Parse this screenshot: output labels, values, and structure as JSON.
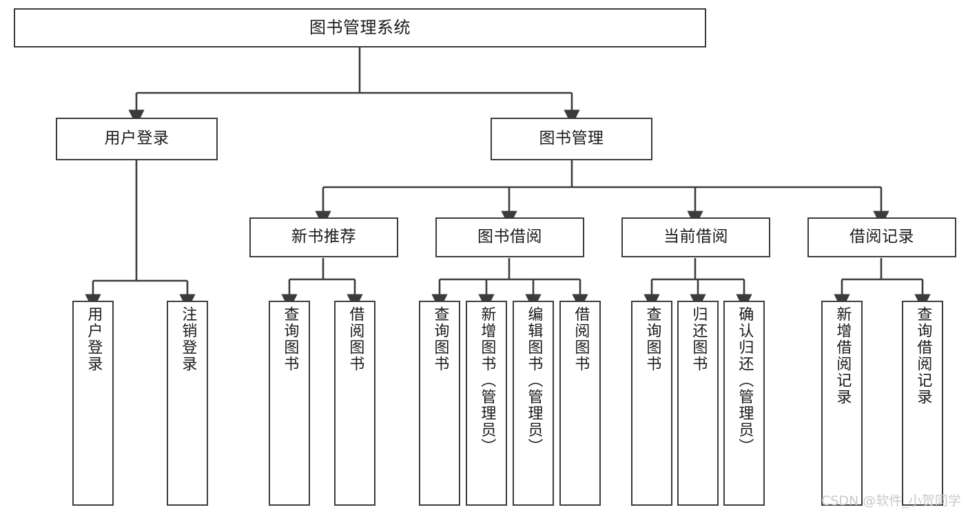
{
  "diagram": {
    "title": "图书管理系统",
    "type": "tree-hierarchy",
    "watermark": "CSDN @软件_小贺同学",
    "colors": {
      "box_border": "#3b3b3b",
      "box_fill": "#ffffff",
      "edge": "#3b3b3b",
      "text": "#1a1a1a",
      "watermark": "#c9c9c9",
      "background": "#ffffff"
    },
    "nodes": {
      "root": {
        "label": "图书管理系统",
        "orientation": "horizontal"
      },
      "level2": [
        {
          "id": "user-login",
          "label": "用户登录",
          "orientation": "horizontal"
        },
        {
          "id": "book-management",
          "label": "图书管理",
          "orientation": "horizontal"
        }
      ],
      "level3": [
        {
          "id": "new-book-recommend",
          "label": "新书推荐",
          "orientation": "horizontal"
        },
        {
          "id": "book-borrow",
          "label": "图书借阅",
          "orientation": "horizontal"
        },
        {
          "id": "current-borrow",
          "label": "当前借阅",
          "orientation": "horizontal"
        },
        {
          "id": "borrow-record",
          "label": "借阅记录",
          "orientation": "horizontal"
        }
      ],
      "leaves": [
        {
          "id": "leaf-user-login",
          "parent": "user-login",
          "label": "用户登录",
          "orientation": "vertical"
        },
        {
          "id": "leaf-logout-login",
          "parent": "user-login",
          "label": "注销登录",
          "orientation": "vertical"
        },
        {
          "id": "leaf-query-book-1",
          "parent": "new-book-recommend",
          "label": "查询图书",
          "orientation": "vertical"
        },
        {
          "id": "leaf-borrow-book-1",
          "parent": "new-book-recommend",
          "label": "借阅图书",
          "orientation": "vertical"
        },
        {
          "id": "leaf-query-book-2",
          "parent": "book-borrow",
          "label": "查询图书",
          "orientation": "vertical"
        },
        {
          "id": "leaf-add-book",
          "parent": "book-borrow",
          "label": "新增图书（管理员）",
          "orientation": "vertical"
        },
        {
          "id": "leaf-edit-book",
          "parent": "book-borrow",
          "label": "编辑图书（管理员）",
          "orientation": "vertical"
        },
        {
          "id": "leaf-borrow-book-2",
          "parent": "book-borrow",
          "label": "借阅图书",
          "orientation": "vertical"
        },
        {
          "id": "leaf-query-book-3",
          "parent": "current-borrow",
          "label": "查询图书",
          "orientation": "vertical"
        },
        {
          "id": "leaf-return-book",
          "parent": "current-borrow",
          "label": "归还图书",
          "orientation": "vertical"
        },
        {
          "id": "leaf-confirm-return",
          "parent": "current-borrow",
          "label": "确认归还（管理员）",
          "orientation": "vertical"
        },
        {
          "id": "leaf-add-record",
          "parent": "borrow-record",
          "label": "新增借阅记录",
          "orientation": "vertical"
        },
        {
          "id": "leaf-query-record",
          "parent": "borrow-record",
          "label": "查询借阅记录",
          "orientation": "vertical"
        }
      ]
    }
  }
}
